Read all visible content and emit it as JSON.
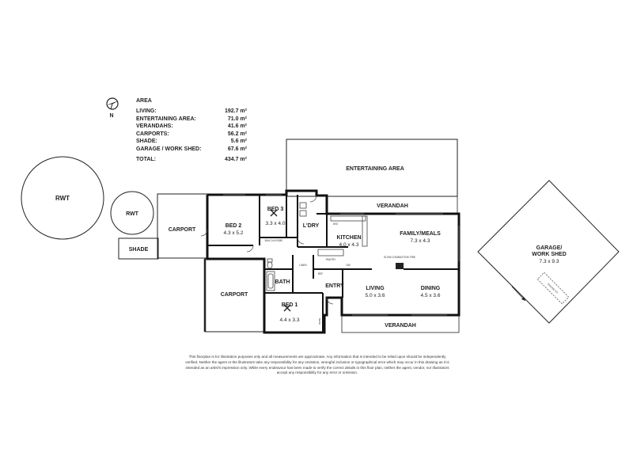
{
  "compass": {
    "label": "N"
  },
  "area_table": {
    "title": "AREA",
    "rows": [
      {
        "label": "LIVING:",
        "value": "192.7 m²"
      },
      {
        "label": "ENTERTAINING AREA:",
        "value": "71.0 m²"
      },
      {
        "label": "VERANDAHS:",
        "value": "41.6 m²"
      },
      {
        "label": "CARPORTS:",
        "value": "56.2 m²"
      },
      {
        "label": "SHADE:",
        "value": "5.6 m²"
      },
      {
        "label": "GARAGE / WORK SHED:",
        "value": "67.6 m²"
      }
    ],
    "total": {
      "label": "TOTAL:",
      "value": "434.7 m²"
    }
  },
  "rooms": {
    "rwt_large": {
      "name": "RWT"
    },
    "rwt_small": {
      "name": "RWT"
    },
    "shade": {
      "name": "SHADE"
    },
    "carport_top": {
      "name": "CARPORT"
    },
    "carport_bottom": {
      "name": "CARPORT"
    },
    "bed2": {
      "name": "BED 2",
      "size": "4.3 x 5.2"
    },
    "bed3": {
      "name": "BED 3",
      "size": "3.3 x 4.0"
    },
    "ldry": {
      "name": "L'DRY"
    },
    "kitchen": {
      "name": "KITCHEN",
      "size": "4.0 x 4.3"
    },
    "family": {
      "name": "FAMILY/MEALS",
      "size": "7.3 x 4.3"
    },
    "bath": {
      "name": "BATH"
    },
    "entry": {
      "name": "ENTRY"
    },
    "living": {
      "name": "LIVING",
      "size": "5.0 x 3.6"
    },
    "dining": {
      "name": "DINING",
      "size": "4.5 x 3.6"
    },
    "bed1": {
      "name": "BED 1",
      "size": "4.4 x 3.3"
    },
    "entertaining": {
      "name": "ENTERTAINING AREA"
    },
    "verandah_top": {
      "name": "VERANDAH"
    },
    "verandah_bottom": {
      "name": "VERANDAH"
    },
    "garage": {
      "name_line1": "GARAGE/",
      "name_line2": "WORK SHED",
      "size": "7.3 x 9.3"
    }
  },
  "fixtures": {
    "builtin_robe": "BUILT-IN ROBE",
    "fireplace": "SLOW COMBUSTION FIRE",
    "pantry": "PANTRY",
    "wall_oven": "W/O",
    "linen": "LINEN",
    "fridge": "REF",
    "dishwasher": "DW",
    "robe_bed1": "ROBE",
    "engine_pit": "ENGINE PIT"
  },
  "disclaimer": "This floorplan is for illustration purposes only and all measurements are approximate. Any information that is intended to be relied upon should be independently verified. Neither the agent or the illustrators take any responsibility for any omission, wrongful inclusion or typographical error which may occur in this drawing as it is intended as an artist's impression only. While every endeavour has been made to verify the correct details in this floor plan, neither the agent, vendor, nor illustrators accept any responsibility for any error or omission."
}
